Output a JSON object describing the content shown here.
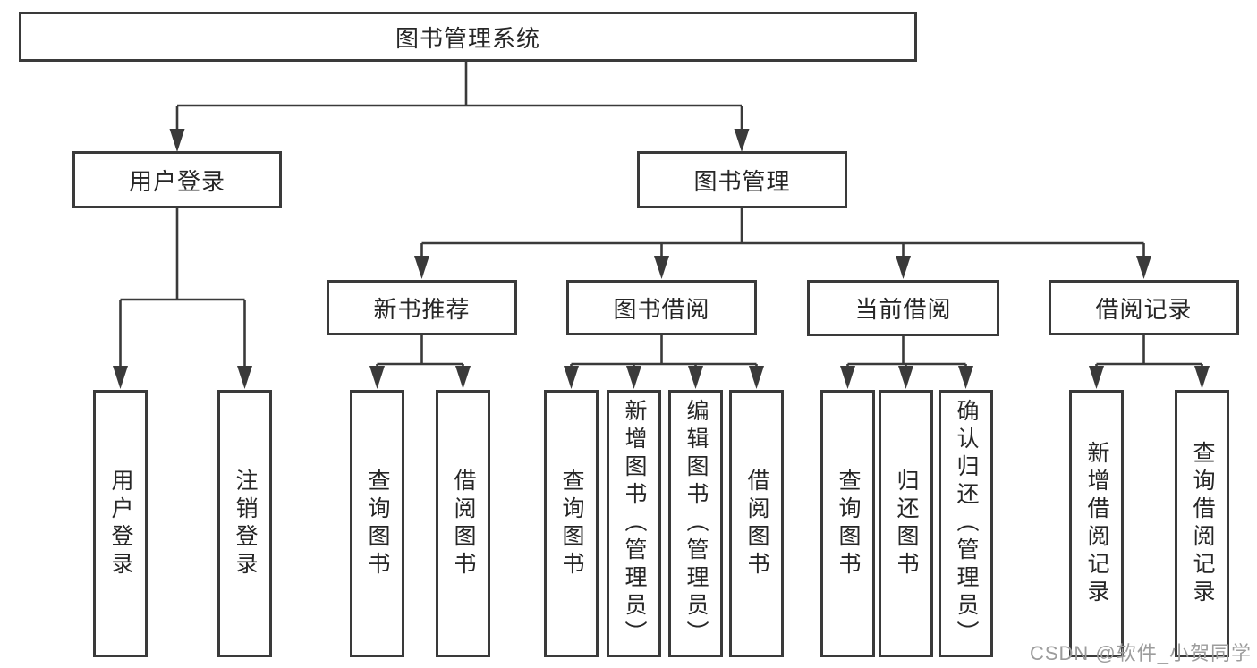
{
  "colors": {
    "line": "#3a3a3a",
    "border": "#3a3a3a",
    "text": "#262626",
    "bg": "#ffffff",
    "watermark": "#9c9c9c"
  },
  "watermark": "CSDN @软件_小贺同学",
  "nodes": {
    "root": "图书管理系统",
    "login": "用户登录",
    "manage": "图书管理",
    "recommend": "新书推荐",
    "borrow": "图书借阅",
    "current": "当前借阅",
    "records": "借阅记录",
    "leaf_login": "用户登录",
    "leaf_logout": "注销登录",
    "leaf_rec_query": "查询图书",
    "leaf_rec_borrow": "借阅图书",
    "leaf_borrow_query": "查询图书",
    "leaf_borrow_add": "新增图书（管理员）",
    "leaf_borrow_edit": "编辑图书（管理员）",
    "leaf_borrow_borrow": "借阅图书",
    "leaf_current_query": "查询图书",
    "leaf_current_return": "归还图书",
    "leaf_current_confirm": "确认归还（管理员）",
    "leaf_records_add": "新增借阅记录",
    "leaf_records_query": "查询借阅记录"
  }
}
